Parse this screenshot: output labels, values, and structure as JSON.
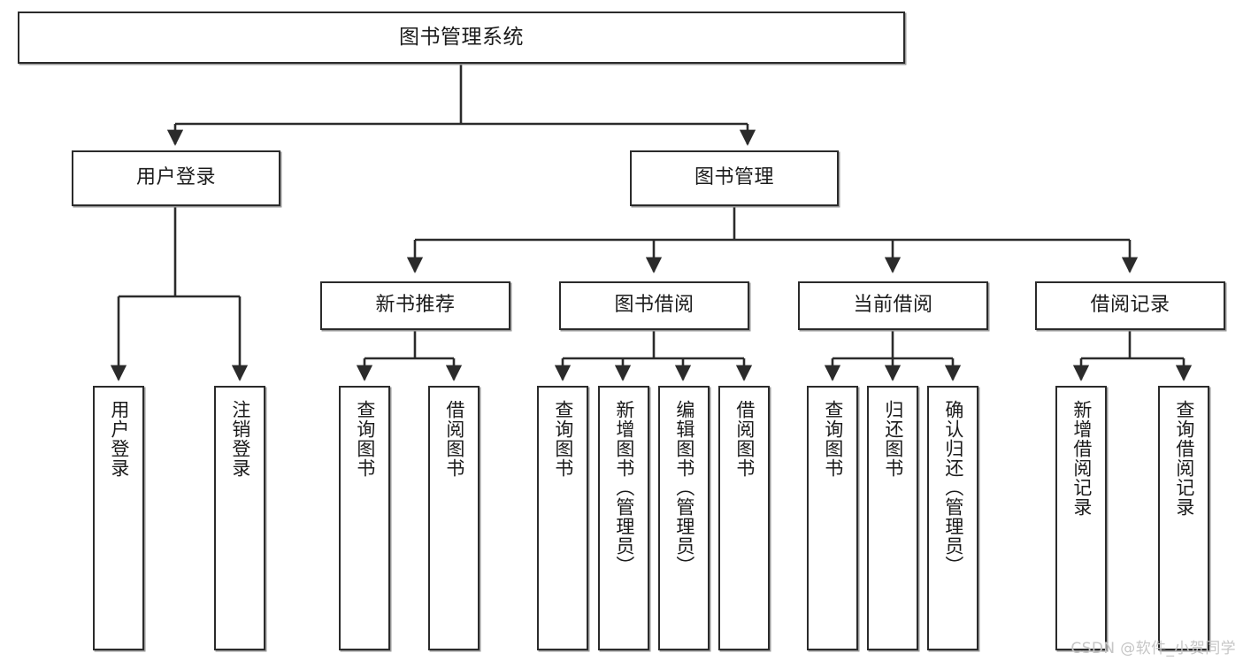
{
  "diagram": {
    "type": "tree-hierarchy",
    "title": "图书管理系统",
    "watermark": "CSDN @软件_小贺同学",
    "colors": {
      "box_border": "#2b2b2b",
      "box_fill": "#ffffff",
      "edge": "#2b2b2b",
      "shadow": "#9a9a9a",
      "text": "#1b1b1b",
      "watermark": "#c6c6c6"
    },
    "nodes": {
      "root": {
        "label": "图书管理系统",
        "orientation": "horizontal",
        "level": 0
      },
      "n1": {
        "label": "用户登录",
        "orientation": "horizontal",
        "level": 1
      },
      "n2": {
        "label": "图书管理",
        "orientation": "horizontal",
        "level": 1
      },
      "n3": {
        "label": "新书推荐",
        "orientation": "horizontal",
        "level": 2
      },
      "n4": {
        "label": "图书借阅",
        "orientation": "horizontal",
        "level": 2
      },
      "n5": {
        "label": "当前借阅",
        "orientation": "horizontal",
        "level": 2
      },
      "n6": {
        "label": "借阅记录",
        "orientation": "horizontal",
        "level": 2
      },
      "l1": {
        "label": "用户登录",
        "orientation": "vertical",
        "level": 3
      },
      "l2": {
        "label": "注销登录",
        "orientation": "vertical",
        "level": 3
      },
      "l3": {
        "label": "查询图书",
        "orientation": "vertical",
        "level": 3
      },
      "l4": {
        "label": "借阅图书",
        "orientation": "vertical",
        "level": 3
      },
      "l5": {
        "label": "查询图书",
        "orientation": "vertical",
        "level": 3
      },
      "l6": {
        "label": "新增图书（管理员）",
        "orientation": "vertical",
        "level": 3
      },
      "l7": {
        "label": "编辑图书（管理员）",
        "orientation": "vertical",
        "level": 3
      },
      "l8": {
        "label": "借阅图书",
        "orientation": "vertical",
        "level": 3
      },
      "l9": {
        "label": "查询图书",
        "orientation": "vertical",
        "level": 3
      },
      "l10": {
        "label": "归还图书",
        "orientation": "vertical",
        "level": 3
      },
      "l11": {
        "label": "确认归还（管理员）",
        "orientation": "vertical",
        "level": 3
      },
      "l12": {
        "label": "新增借阅记录",
        "orientation": "vertical",
        "level": 3
      },
      "l13": {
        "label": "查询借阅记录",
        "orientation": "vertical",
        "level": 3
      }
    },
    "edges": [
      {
        "from": "root",
        "to": "n1"
      },
      {
        "from": "root",
        "to": "n2"
      },
      {
        "from": "n1",
        "to": "l1"
      },
      {
        "from": "n1",
        "to": "l2"
      },
      {
        "from": "n2",
        "to": "n3"
      },
      {
        "from": "n2",
        "to": "n4"
      },
      {
        "from": "n2",
        "to": "n5"
      },
      {
        "from": "n2",
        "to": "n6"
      },
      {
        "from": "n3",
        "to": "l3"
      },
      {
        "from": "n3",
        "to": "l4"
      },
      {
        "from": "n4",
        "to": "l5"
      },
      {
        "from": "n4",
        "to": "l6"
      },
      {
        "from": "n4",
        "to": "l7"
      },
      {
        "from": "n4",
        "to": "l8"
      },
      {
        "from": "n5",
        "to": "l9"
      },
      {
        "from": "n5",
        "to": "l10"
      },
      {
        "from": "n5",
        "to": "l11"
      },
      {
        "from": "n6",
        "to": "l12"
      },
      {
        "from": "n6",
        "to": "l13"
      }
    ]
  }
}
